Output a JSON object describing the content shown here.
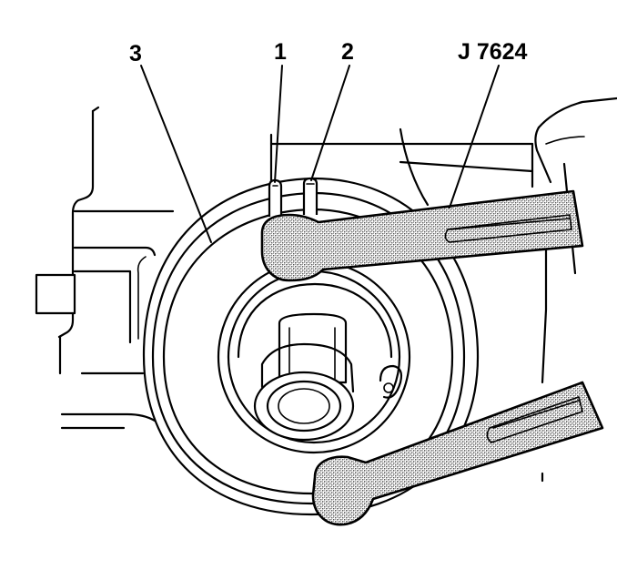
{
  "labels": {
    "callout_1": "1",
    "callout_2": "2",
    "callout_3": "3",
    "tool": "J 7624"
  },
  "colors": {
    "line": "#000000",
    "background": "#ffffff",
    "handle_fill": "#b8b8b8"
  }
}
